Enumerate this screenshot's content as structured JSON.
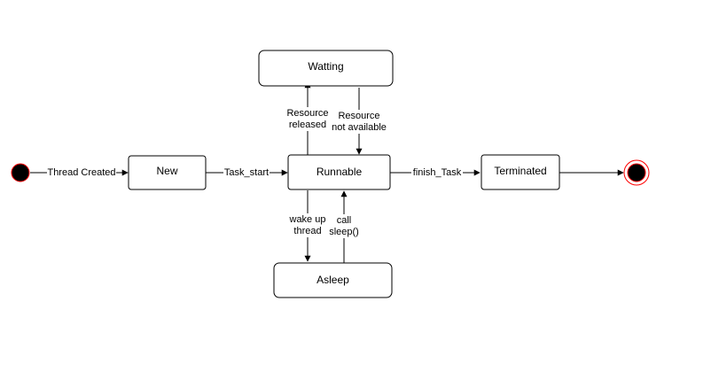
{
  "states": {
    "new": "New",
    "runnable": "Runnable",
    "waiting": "Watting",
    "asleep": "Asleep",
    "terminated": "Terminated"
  },
  "transitions": {
    "thread_created": "Thread Created",
    "task_start": "Task_start",
    "finish_task": "finish_Task",
    "resource_released_line1": "Resource",
    "resource_released_line2": "released",
    "resource_not_available_line1": "Resource",
    "resource_not_available_line2": "not available",
    "wake_up_line1": "wake up",
    "wake_up_line2": "thread",
    "call_sleep_line1": "call",
    "call_sleep_line2": "sleep()"
  },
  "colors": {
    "stroke": "#000000",
    "initial_node_fill": "#000000",
    "node_outline_accent": "#ff0000",
    "box_fill": "#ffffff"
  }
}
